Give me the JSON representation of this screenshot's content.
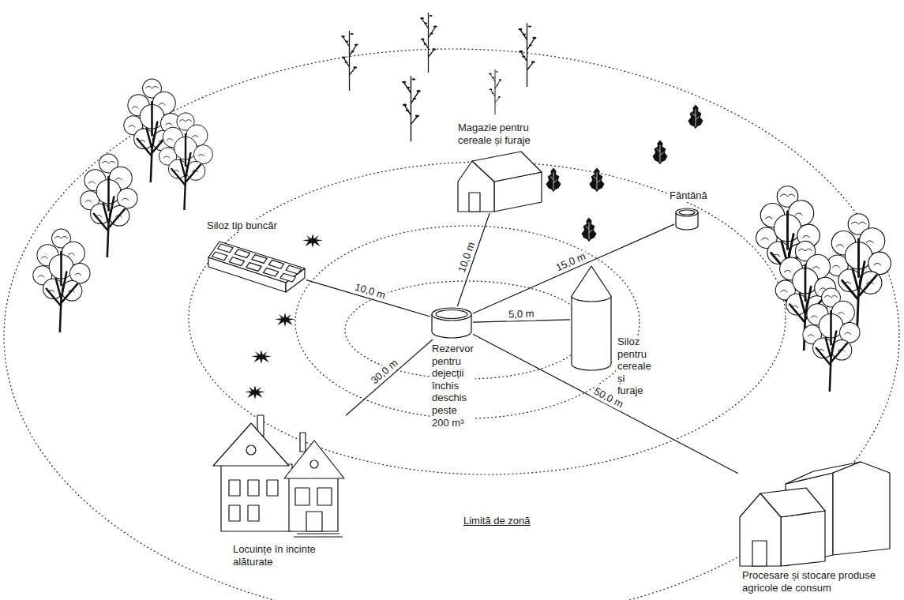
{
  "diagram": {
    "nodes": [
      {
        "text": [
          "Magazie pentru cereale și furaje"
        ]
      },
      {
        "text": [
          "Fântână"
        ]
      },
      {
        "text": [
          "Siloz tip buncăr"
        ]
      },
      {
        "text": [
          "Rezervor pentru dejecții închis deschis peste 200 m³"
        ]
      },
      {
        "text": [
          "Siloz pentru cereale și furaje"
        ]
      },
      {
        "text": [
          "Locuințe în incinte alăturate"
        ]
      },
      {
        "text": [
          "Procesare și stocare produse agricole de consum"
        ]
      }
    ],
    "edges": [
      {
        "from": 3,
        "to": 0,
        "label": "10,0 m",
        "arrow": "none"
      },
      {
        "from": 3,
        "to": 1,
        "label": "15,0 m",
        "arrow": "none"
      },
      {
        "from": 3,
        "to": 2,
        "label": "10,0 m",
        "arrow": "none"
      },
      {
        "from": 3,
        "to": 4,
        "label": "5,0 m",
        "arrow": "none"
      },
      {
        "from": 3,
        "to": 5,
        "label": "30,0 m",
        "arrow": "none"
      },
      {
        "from": 3,
        "to": 6,
        "label": "50,0 m",
        "arrow": "none"
      }
    ],
    "labels": [
      "Limită de zonă"
    ]
  }
}
